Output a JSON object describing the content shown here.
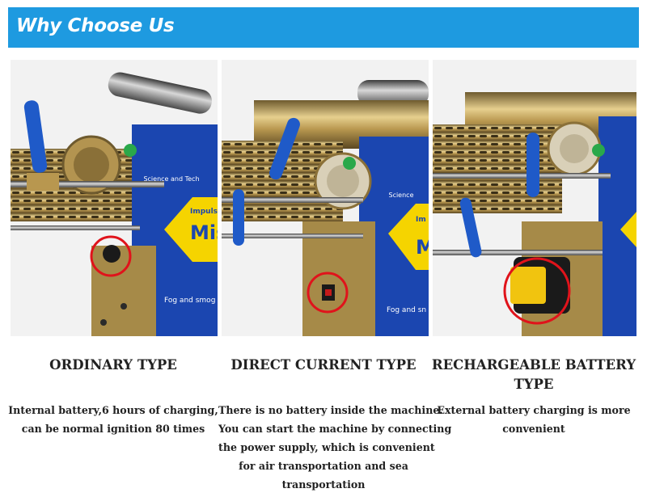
{
  "header": {
    "title": "Why Choose Us",
    "bg_color": "#1e9ae0"
  },
  "products": [
    {
      "title": "ORDINARY TYPE",
      "description_lines": [
        "Internal battery,6 hours of charging,",
        "can be normal ignition 80 times"
      ],
      "panel_texts": {
        "line1": "Science and Tech",
        "line2": "Impulse po",
        "line3": "Mist",
        "line4": "Fog and smog du"
      }
    },
    {
      "title": "DIRECT CURRENT TYPE",
      "description_lines": [
        "There is no battery inside the machine.",
        "You can start the machine by connecting",
        "the power supply, which is convenient",
        "for air transportation and sea",
        "transportation"
      ],
      "panel_texts": {
        "line1": "Science",
        "line2": "Im",
        "line3": "M",
        "line4": "Fog and sn"
      }
    },
    {
      "title": "RECHARGEABLE BATTERY TYPE",
      "description_lines": [
        "External battery charging is more",
        "convenient"
      ],
      "panel_texts": {}
    }
  ]
}
